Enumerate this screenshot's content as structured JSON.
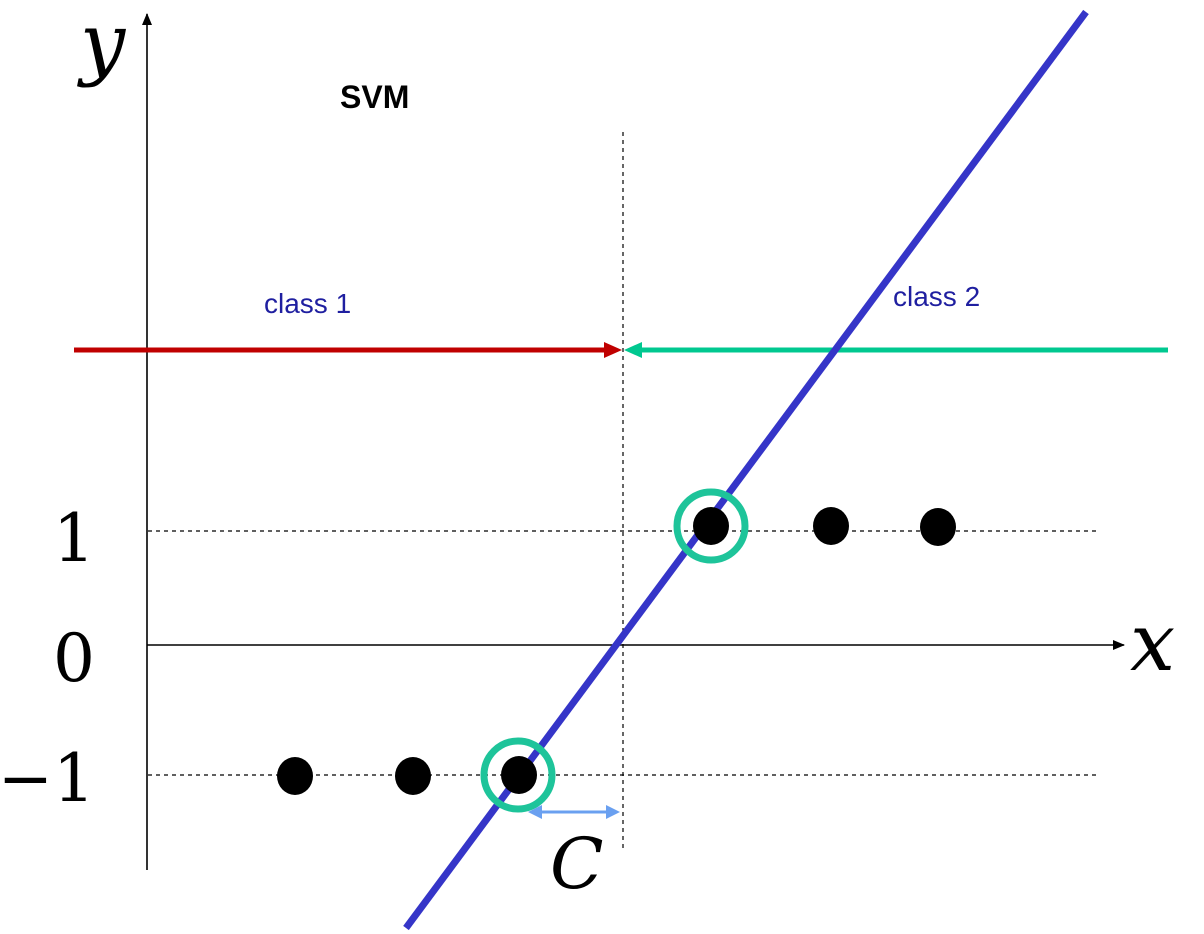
{
  "title": "SVM",
  "axes": {
    "x_label": "x",
    "y_label": "y"
  },
  "y_ticks": [
    {
      "value": 1,
      "label": "1"
    },
    {
      "value": 0,
      "label": "0"
    },
    {
      "value": -1,
      "label": "−1"
    }
  ],
  "regions": {
    "class1_label": "class 1",
    "class2_label": "class 2"
  },
  "margin_label": "C",
  "points": {
    "class_neg": [
      -2,
      -1,
      0
    ],
    "class_pos": [
      0,
      1,
      2
    ]
  },
  "colors": {
    "decision_line": "#3535c8",
    "class1_arrow": "#c00000",
    "class2_arrow": "#00c890",
    "support_circle": "#1ec49a",
    "margin_arrow": "#6aa0f0",
    "class_label_text": "#1f1fa0",
    "points": "#000000"
  }
}
